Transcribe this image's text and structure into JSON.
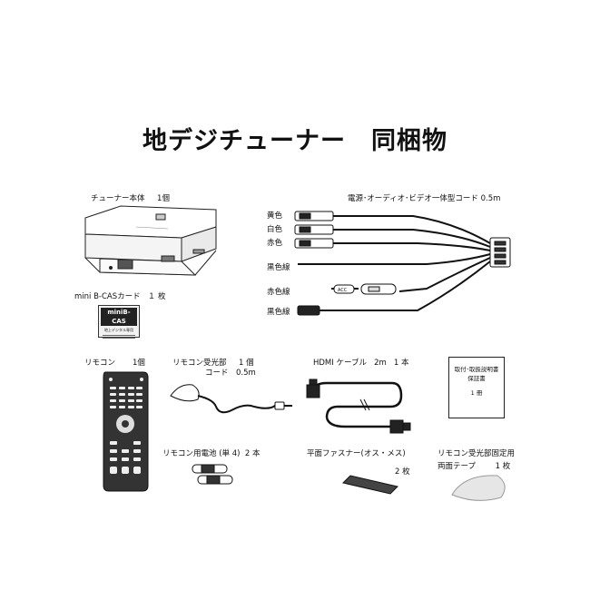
{
  "page": {
    "title": "地デジチューナー　同梱物"
  },
  "items": {
    "tuner": {
      "name": "チューナー本体",
      "qty": "1個"
    },
    "cable": {
      "name": "電源･オーディオ･ビデオ一体型コード 0.5m"
    },
    "wires": [
      {
        "label": "黄色"
      },
      {
        "label": "白色"
      },
      {
        "label": "赤色"
      },
      {
        "label": "黒色線"
      },
      {
        "label": "赤色線"
      },
      {
        "label": "黒色線"
      }
    ],
    "fuse_label": "ACC",
    "bcas": {
      "name": "mini B-CASカード",
      "qty": "１ 枚",
      "card_text": "miniB-CAS",
      "card_sub": "地上デジタル専用"
    },
    "remote": {
      "name": "リモコン",
      "qty": "1個"
    },
    "receiver": {
      "name": "リモコン受光部",
      "qty": "1 個",
      "cord": "コード　0.5m"
    },
    "hdmi": {
      "name": "HDMI ケーブル",
      "length": "2m",
      "qty": "1 本"
    },
    "manual": {
      "line1": "取付･取扱説明書",
      "line2": "保証書",
      "qty": "1 冊"
    },
    "battery": {
      "name": "リモコン用電池 (単 4)",
      "qty": "2 本"
    },
    "fastener": {
      "name": "平面ファスナー(オス・メス)",
      "qty": "2 枚"
    },
    "tape": {
      "name1": "リモコン受光部固定用",
      "name2": "両面テープ",
      "qty": "1 枚"
    }
  }
}
